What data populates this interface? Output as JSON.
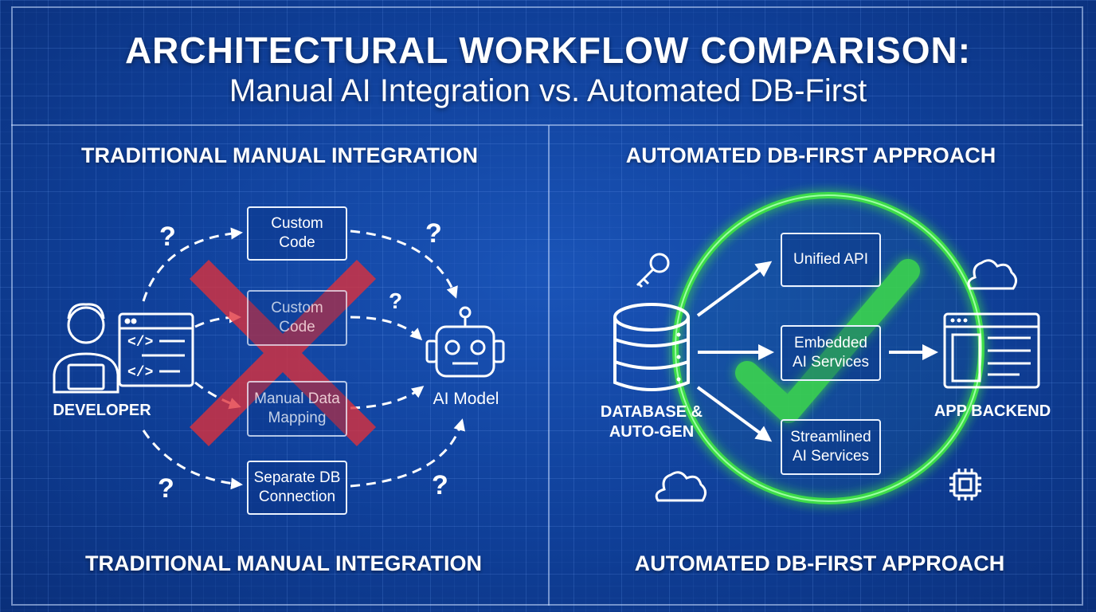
{
  "header": {
    "title": "ARCHITECTURAL WORKFLOW COMPARISON:",
    "subtitle": "Manual AI Integration vs. Automated DB-First"
  },
  "left": {
    "heading_top": "TRADITIONAL MANUAL INTEGRATION",
    "heading_bottom": "TRADITIONAL MANUAL INTEGRATION",
    "developer_label": "DEVELOPER",
    "ai_model_label": "AI Model",
    "boxes": {
      "custom_code_top": "Custom\nCode",
      "custom_code_mid": "Custom\nCode",
      "manual_mapping": "Manual Data\nMapping",
      "separate_db": "Separate DB\nConnection"
    },
    "question_mark": "?"
  },
  "right": {
    "heading_top": "AUTOMATED DB-FIRST APPROACH",
    "heading_bottom": "AUTOMATED DB-FIRST APPROACH",
    "database_label": "DATABASE &\nAUTO-GEN",
    "backend_label": "APP BACKEND",
    "boxes": {
      "unified_api": "Unified API",
      "embedded": "Embedded\nAI Services",
      "streamlined": "Streamlined\nAI Services"
    }
  },
  "colors": {
    "background": "#0f3f98",
    "reject_x": "#e0303a",
    "approve_check": "#3ddc4a",
    "line": "#ffffff"
  },
  "icons": [
    "developer-icon",
    "code-window-icon",
    "robot-icon",
    "red-x-icon",
    "key-icon",
    "cloud-icon",
    "database-icon",
    "green-checkmark-icon",
    "browser-window-icon",
    "chip-icon"
  ]
}
